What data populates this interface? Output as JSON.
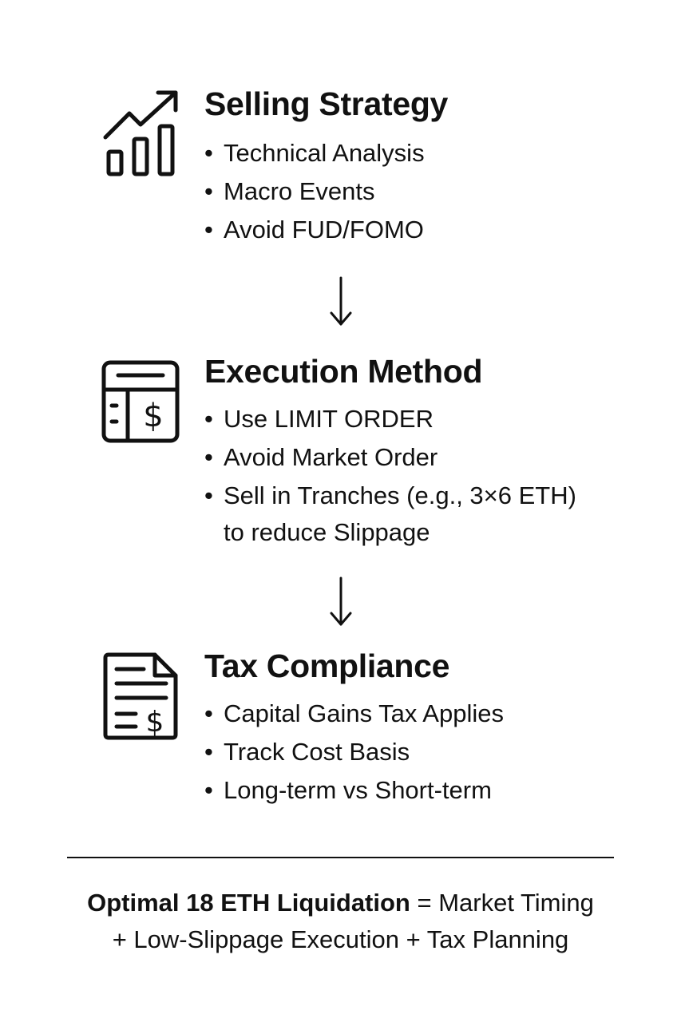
{
  "sections": [
    {
      "title": "Selling Strategy",
      "icon": "rising-bar-chart-icon",
      "bullets": [
        "Technical Analysis",
        "Macro Events",
        "Avoid FUD/FOMO"
      ]
    },
    {
      "title": "Execution Method",
      "icon": "order-ticket-dollar-icon",
      "bullets": [
        "Use LIMIT ORDER",
        "Avoid Market Order",
        "Sell in Tranches (e.g., 3×6 ETH)"
      ],
      "bullet_continuation": "to reduce Slippage"
    },
    {
      "title": "Tax Compliance",
      "icon": "tax-document-dollar-icon",
      "bullets": [
        "Capital Gains Tax Applies",
        "Track Cost Basis",
        "Long-term vs Short-term"
      ]
    }
  ],
  "bullet_symbol": "•",
  "arrow_icon": "down-arrow-icon",
  "summary": {
    "bold": "Optimal 18 ETH Liquidation",
    "line1_rest": " = Market Timing",
    "line2": "+ Low-Slippage Execution + Tax Planning"
  }
}
